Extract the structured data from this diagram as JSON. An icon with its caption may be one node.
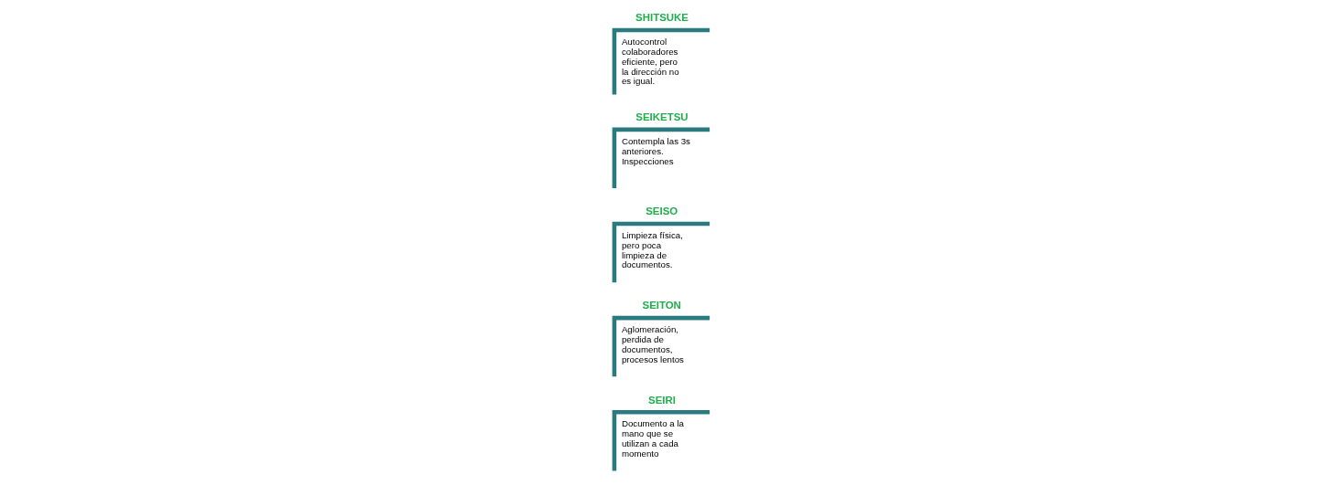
{
  "diagram": {
    "nodes": [
      {
        "text": [
          "SEIRI",
          "Documento a la mano que se utilizan a cada momento"
        ]
      },
      {
        "text": [
          "SEITON",
          "Aglomeración, perdida de documentos, procesos lentos"
        ]
      },
      {
        "text": [
          "SEISO",
          "Limpieza física, pero poca limpieza de documentos."
        ]
      },
      {
        "text": [
          "SEIKETSU",
          "Contempla las 3s anteriores. Inspecciones"
        ]
      },
      {
        "text": [
          "SHITSUKE",
          "Autocontrol colaboradores eficiente, pero la dirección no es igual."
        ]
      }
    ]
  }
}
